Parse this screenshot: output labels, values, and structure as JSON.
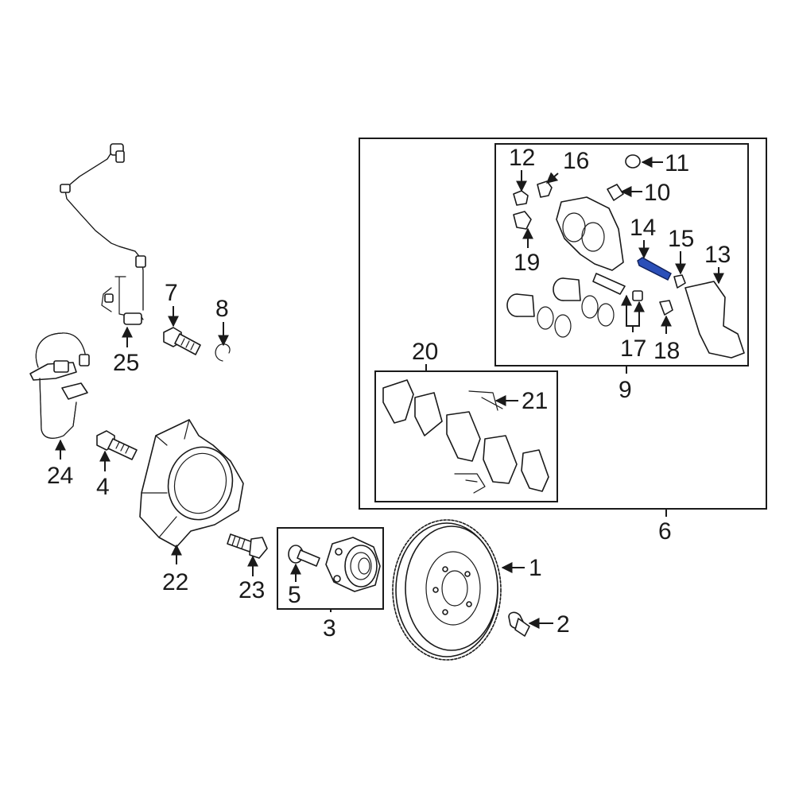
{
  "diagram": {
    "highlight_color": "#2b4fb8",
    "callouts": {
      "c1": "1",
      "c2": "2",
      "c3": "3",
      "c4": "4",
      "c5": "5",
      "c6": "6",
      "c7": "7",
      "c8": "8",
      "c9": "9",
      "c10": "10",
      "c11": "11",
      "c12": "12",
      "c13": "13",
      "c14": "14",
      "c15": "15",
      "c16": "16",
      "c17": "17",
      "c18": "18",
      "c19": "19",
      "c20": "20",
      "c21": "21",
      "c22": "22",
      "c23": "23",
      "c24": "24",
      "c25": "25"
    }
  }
}
